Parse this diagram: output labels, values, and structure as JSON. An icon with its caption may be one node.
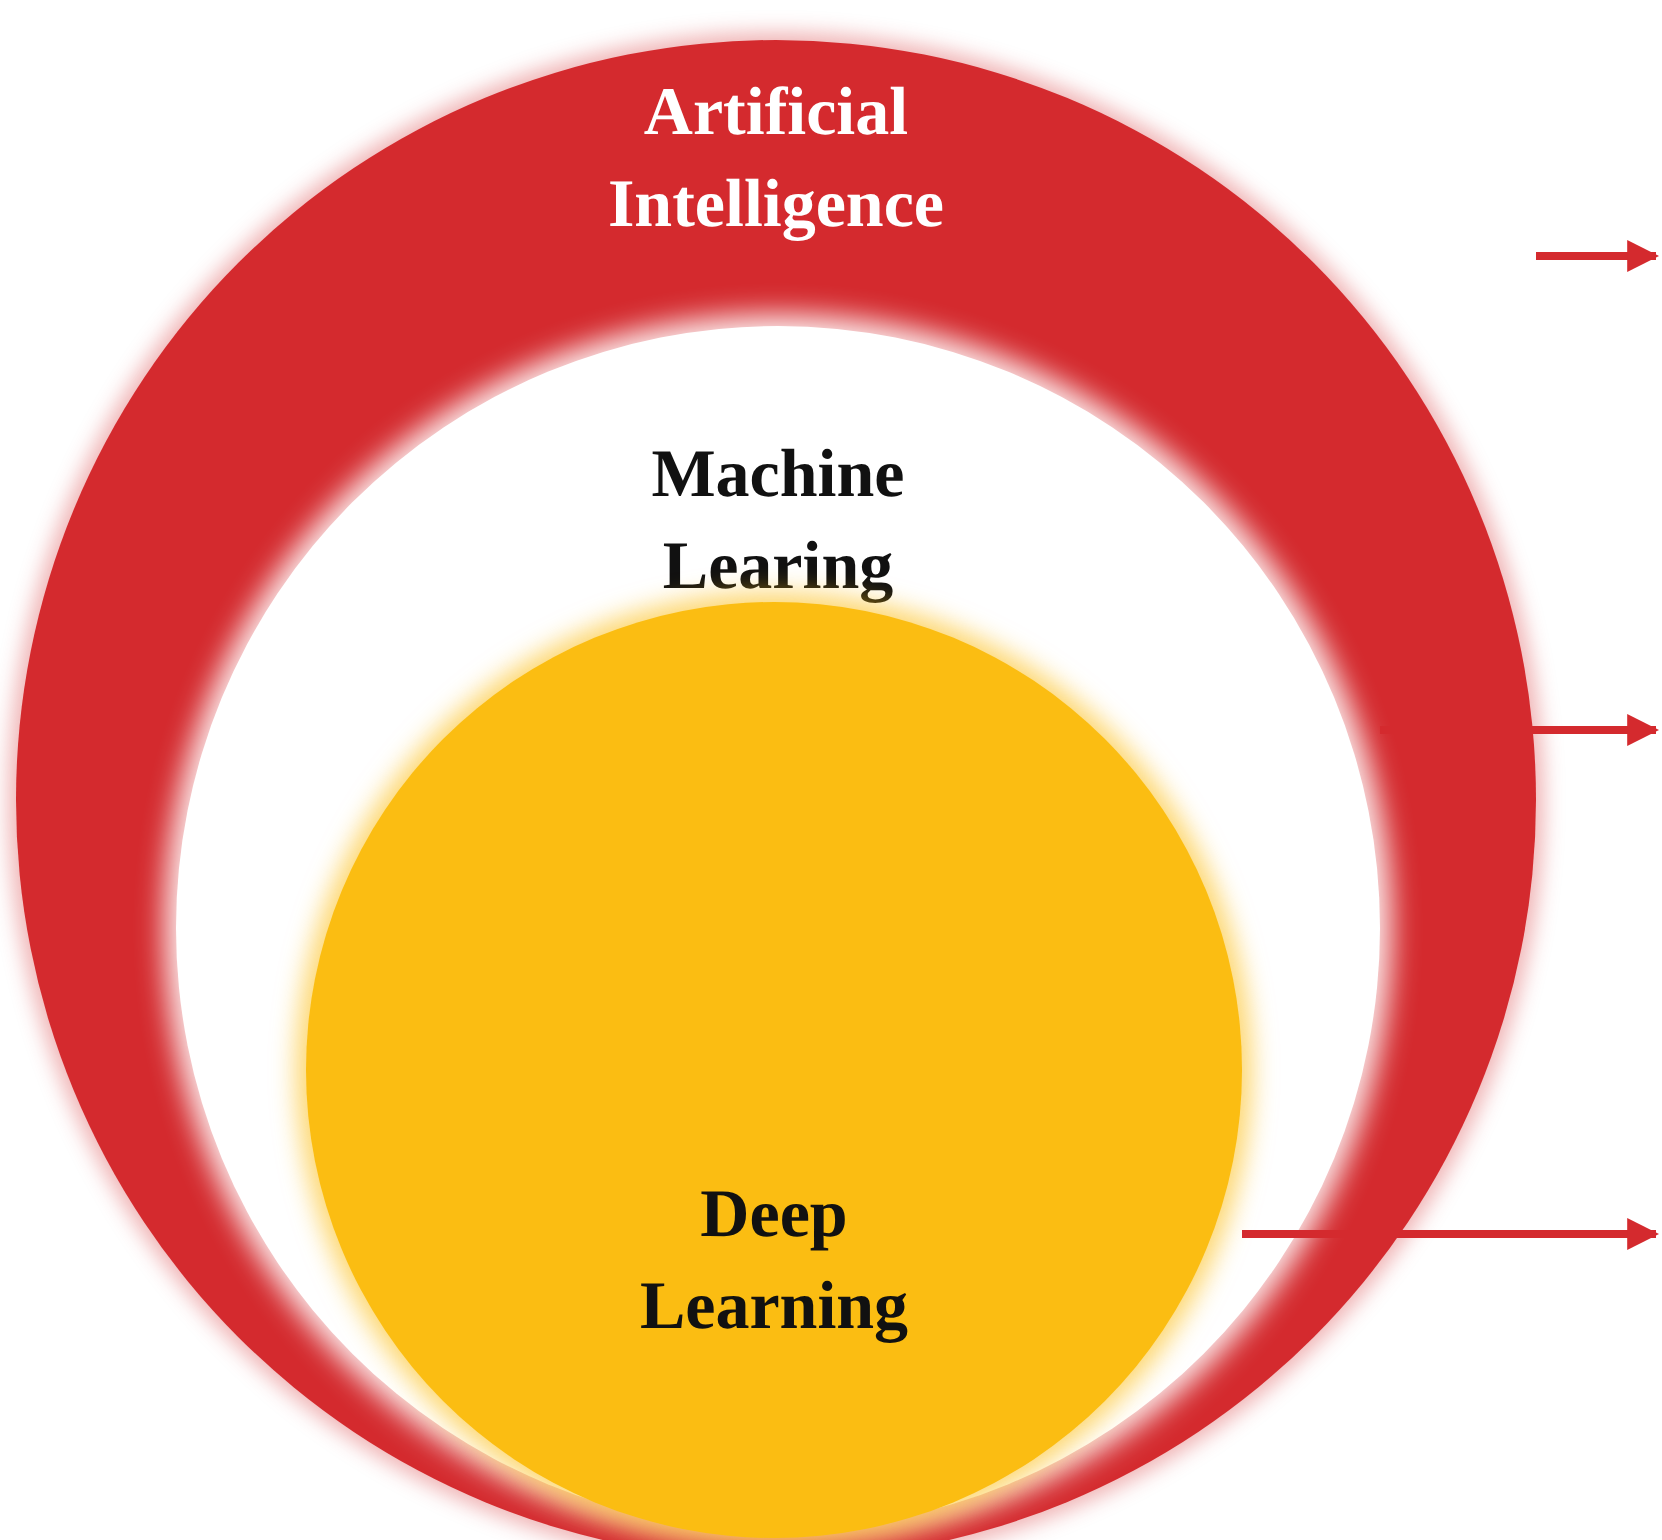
{
  "diagram": {
    "nodes": [
      {
        "text": [
          "Artificial Intelligence"
        ]
      },
      {
        "text": [
          "Machine Learing"
        ],
        "in": 0
      },
      {
        "text": [
          "Deep Learning"
        ],
        "in": 1
      }
    ],
    "edges": [
      {
        "from": 0,
        "to": null,
        "arrow": "to"
      },
      {
        "from": 1,
        "to": null,
        "arrow": "to"
      },
      {
        "from": 2,
        "to": null,
        "arrow": "to"
      }
    ]
  }
}
